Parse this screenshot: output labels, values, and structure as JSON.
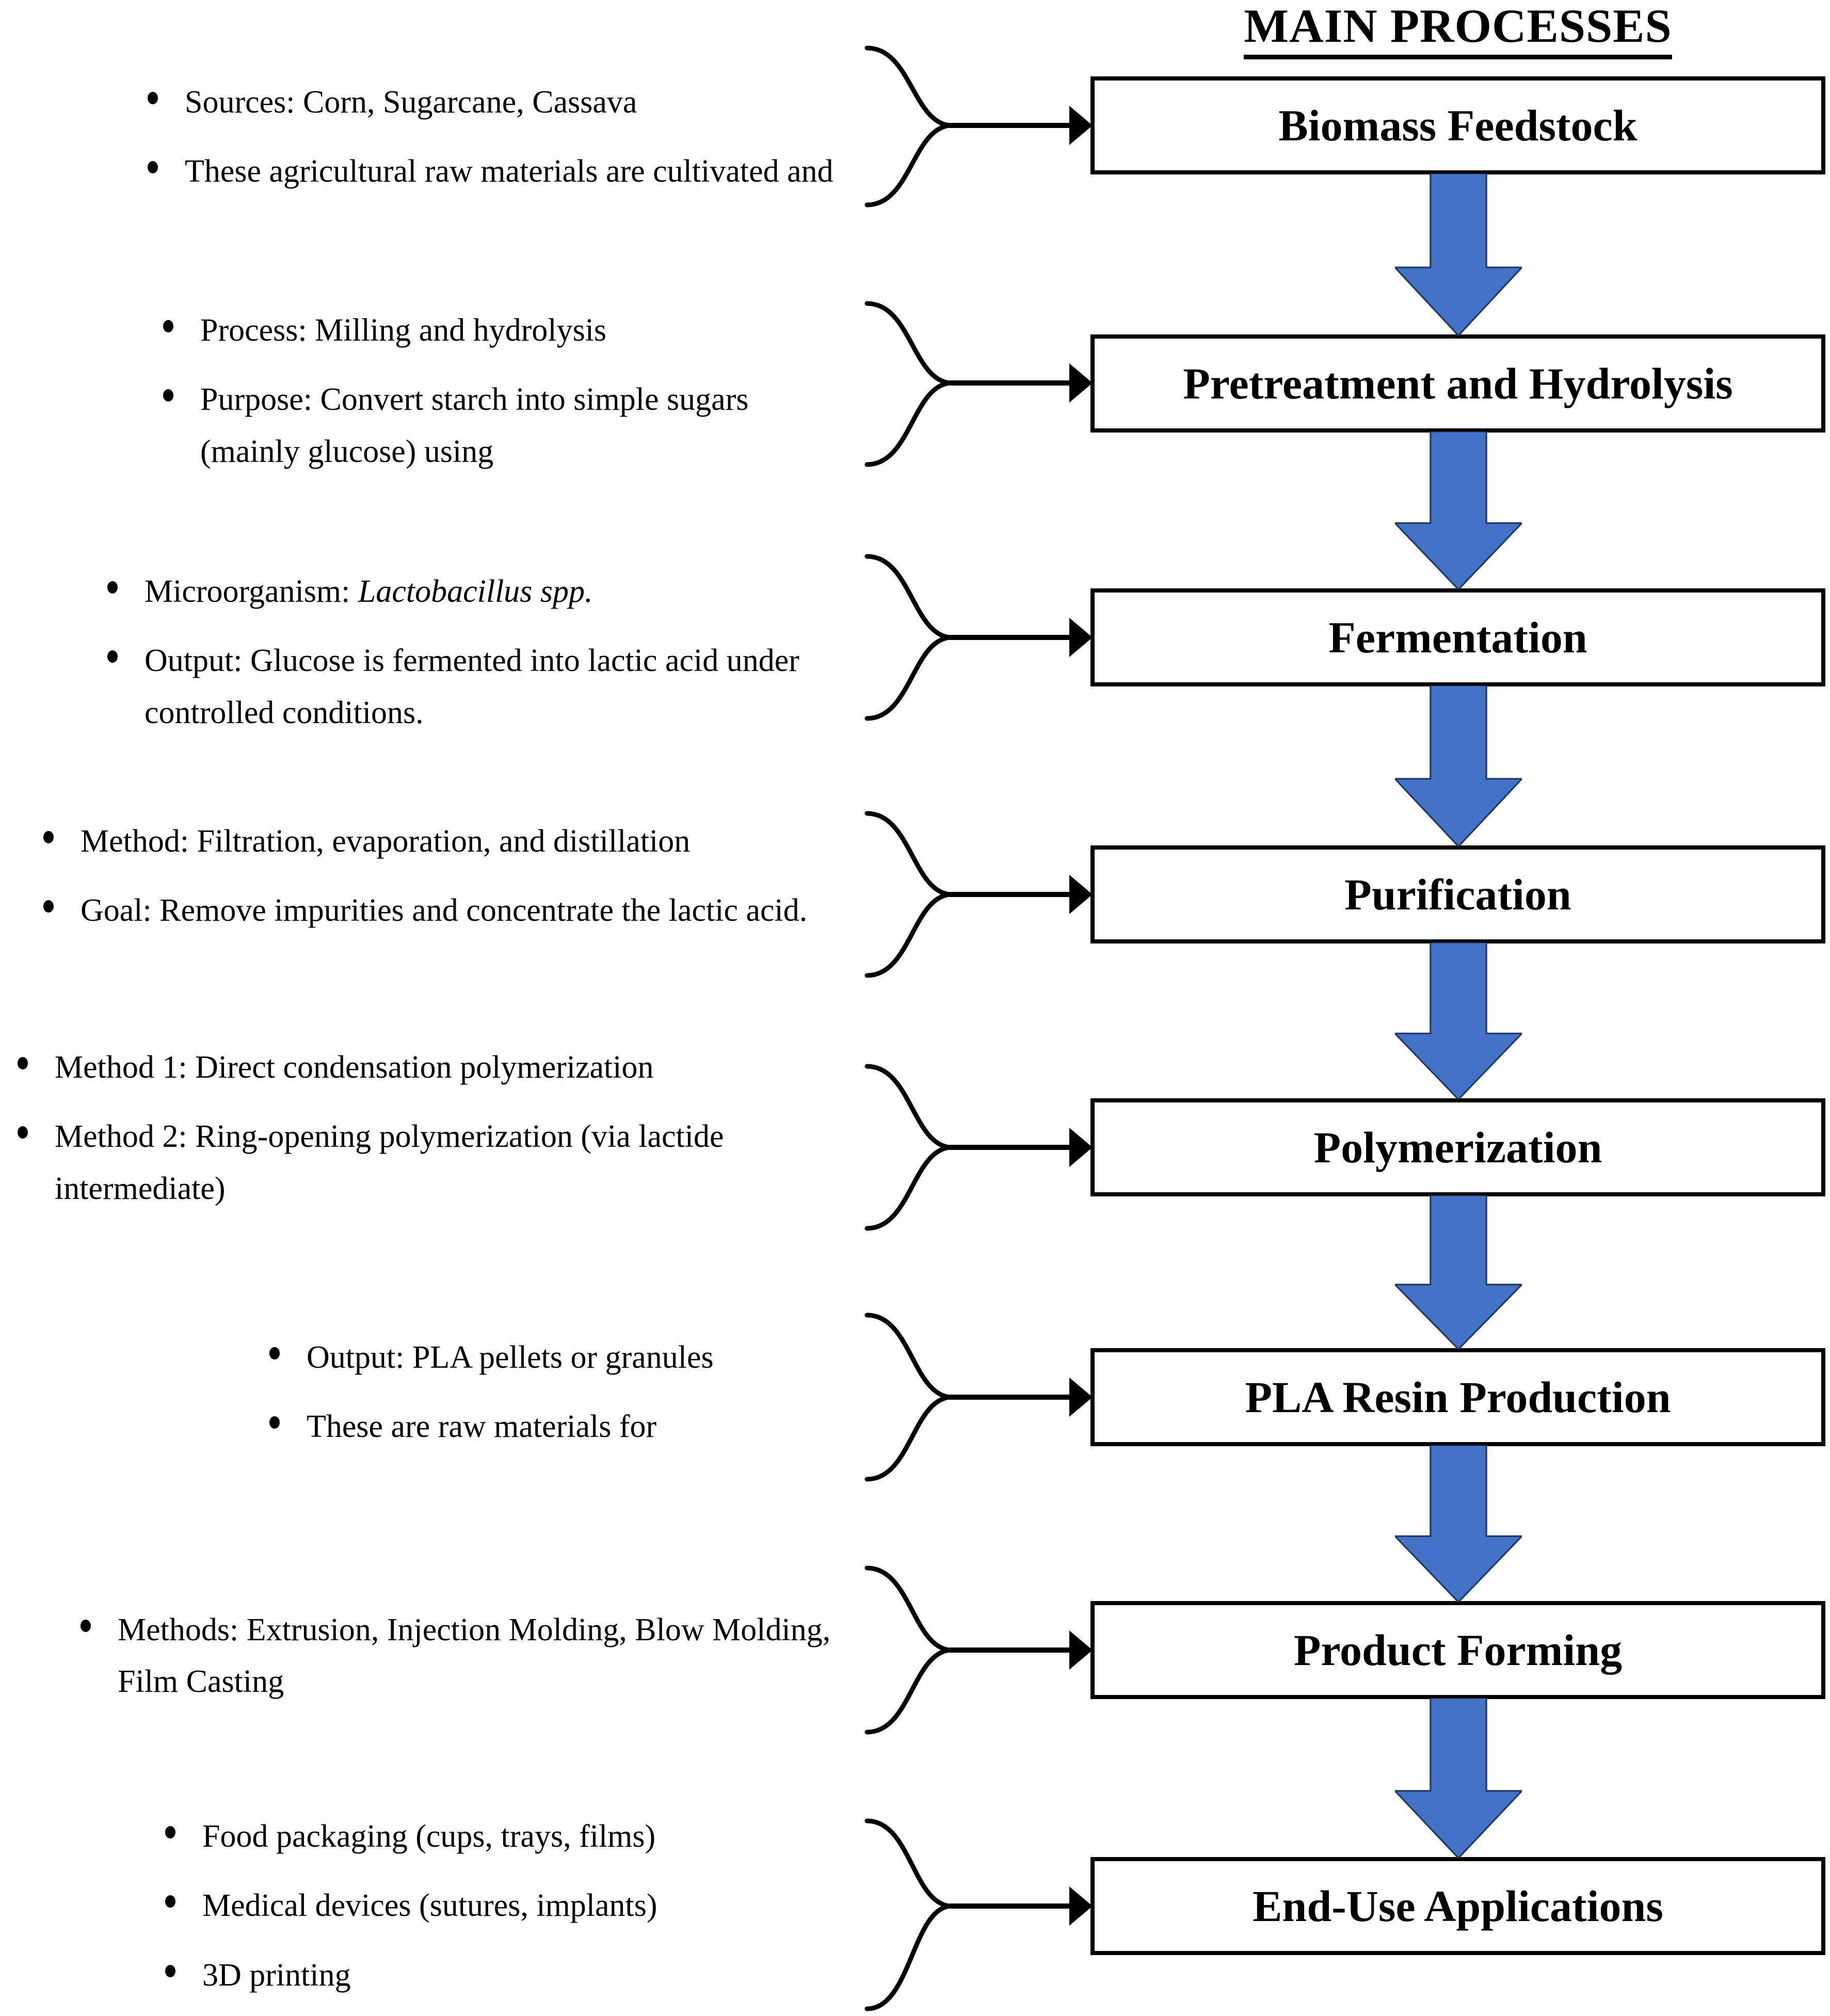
{
  "title": {
    "text": "MAIN PROCESSES"
  },
  "colors": {
    "arrow_fill": "#4472C4",
    "arrow_stroke": "#1F3864",
    "box_border": "#000000",
    "text": "#000000",
    "background": "#FFFFFF"
  },
  "flow": {
    "steps": [
      {
        "id": "biomass-feedstock",
        "label": "Biomass Feedstock"
      },
      {
        "id": "pretreatment-hydrolysis",
        "label": "Pretreatment and Hydrolysis"
      },
      {
        "id": "fermentation",
        "label": "Fermentation"
      },
      {
        "id": "purification",
        "label": "Purification"
      },
      {
        "id": "polymerization",
        "label": "Polymerization"
      },
      {
        "id": "pla-resin-production",
        "label": "PLA Resin Production"
      },
      {
        "id": "product-forming",
        "label": "Product Forming"
      },
      {
        "id": "end-use-applications",
        "label": "End-Use Applications"
      }
    ]
  },
  "notes": [
    {
      "for": "biomass-feedstock",
      "items": [
        "Sources: Corn, Sugarcane, Cassava",
        "These agricultural raw materials are",
        "cultivated and"
      ]
    },
    {
      "for": "pretreatment-hydrolysis",
      "items": [
        "Process: Milling and hydrolysis",
        "Purpose: Convert starch into simple sugars (mainly glucose) using"
      ]
    },
    {
      "for": "fermentation",
      "items": [
        "Microorganism: ",
        "Lactobacillus spp.",
        "Output: Glucose is fermented into lactic acid under controlled conditions."
      ]
    },
    {
      "for": "purification",
      "items": [
        "Method: Filtration, evaporation, and distillation",
        "Goal: Remove impurities and concentrate the lactic acid."
      ]
    },
    {
      "for": "polymerization",
      "items": [
        "Method 1: Direct condensation polymerization",
        "Method 2: Ring-opening polymerization (via lactide intermediate)"
      ]
    },
    {
      "for": "pla-resin-production",
      "items": [
        "Output: PLA pellets or granules",
        "These are raw materials for"
      ]
    },
    {
      "for": "product-forming",
      "items": [
        "Methods: Extrusion, Injection Molding, Blow Molding, Film Casting"
      ]
    },
    {
      "for": "end-use-applications",
      "items": [
        "Food packaging (cups, trays, films)",
        "Medical devices (sutures, implants)",
        "3D printing"
      ]
    }
  ]
}
